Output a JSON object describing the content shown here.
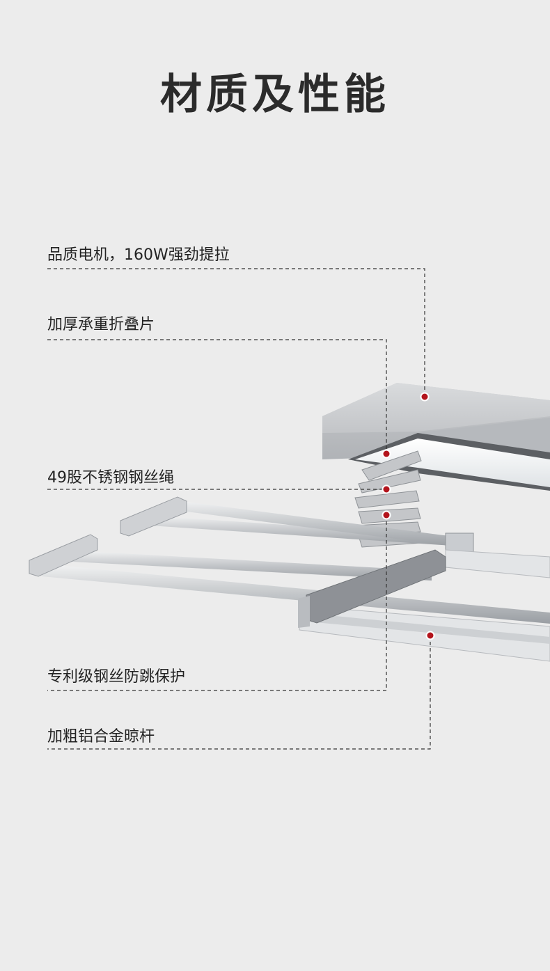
{
  "title": "材质及性能",
  "callouts": [
    {
      "label": "品质电机，160W强劲提拉"
    },
    {
      "label": "加厚承重折叠片"
    },
    {
      "label": "49股不锈钢钢丝绳"
    },
    {
      "label": "专利级钢丝防跳保护"
    },
    {
      "label": "加粗铝合金晾杆"
    }
  ],
  "colors": {
    "background": "#ececec",
    "text": "#222222",
    "marker": "#b3141c",
    "leader_line": "#333333",
    "aluminum": "#c8cacd"
  }
}
